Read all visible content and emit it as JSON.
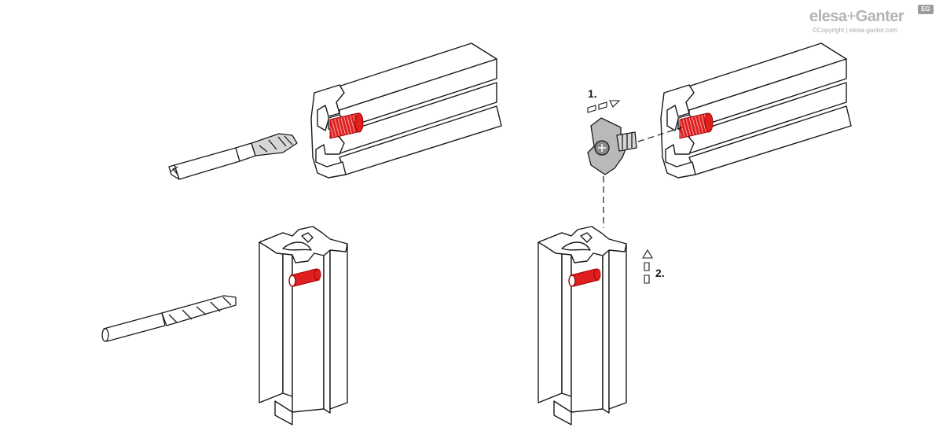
{
  "brand": {
    "name_part1": "elesa",
    "name_plus": "+",
    "name_part2": "Ganter",
    "badge": "EG",
    "copyright": "©Copyright | elesa-ganter.com"
  },
  "steps": {
    "step1": "1.",
    "step2": "2."
  },
  "colors": {
    "thread": "#e02020",
    "line": "#1a1a1a",
    "profile_fill": "#ffffff",
    "tool_fill": "#d6d6d6"
  }
}
